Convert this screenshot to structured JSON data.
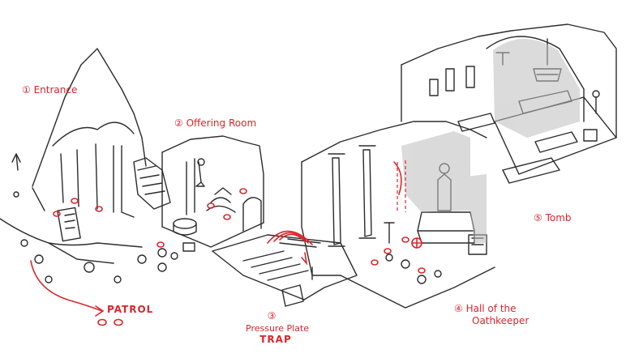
{
  "labels": {
    "entrance": "① Entrance",
    "offering_room": "② Offering Room",
    "pressure_plate_num": "③",
    "pressure_plate": "Pressure Plate",
    "trap": "TRAP",
    "hall_line1": "④ Hall of the",
    "hall_line2": "Oathkeeper",
    "tomb": "⑤ Tomb",
    "patrol": "PATROL"
  },
  "colors": {
    "ink": "#2b2b2b",
    "annotation": "#d9262c",
    "shadow": "#bdbdbd",
    "paper": "#ffffff"
  },
  "icons": {
    "chandelier": "chandelier-icon",
    "statue": "statue-icon",
    "patrol_marks": "footprint-icon"
  }
}
